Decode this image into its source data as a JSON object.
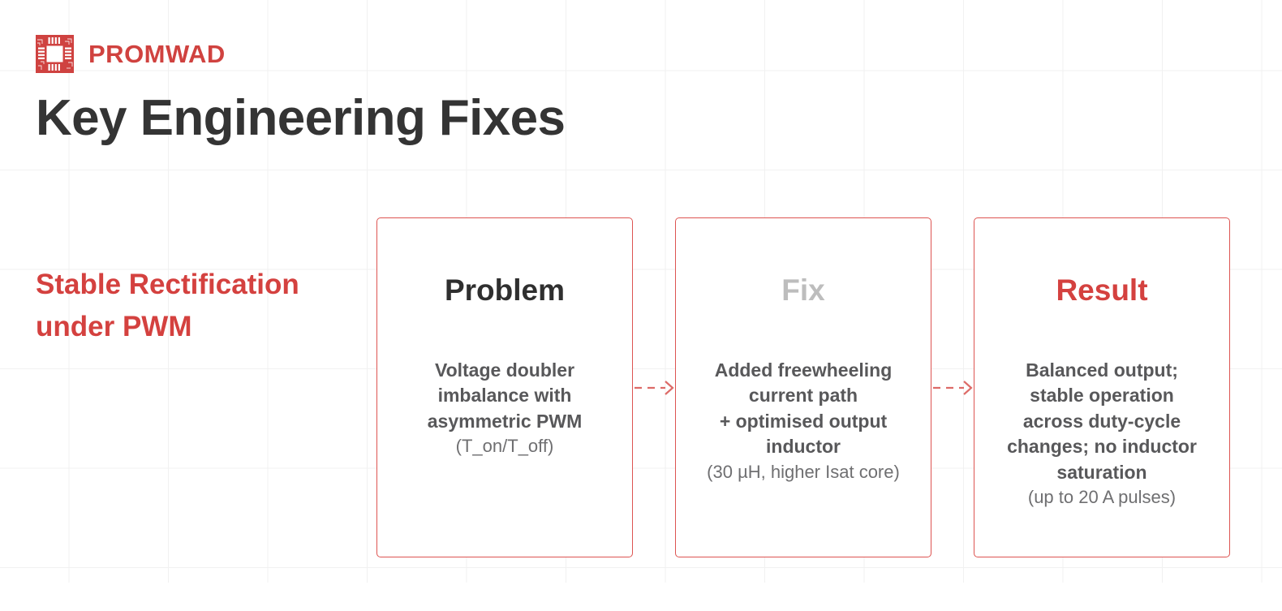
{
  "brand": {
    "name": "PROMWAD",
    "logo_icon": "promwad-chip-logo",
    "color": "#d0423f"
  },
  "slide": {
    "title": "Key Engineering Fixes",
    "title_color": "#343434",
    "background": "#ffffff"
  },
  "row": {
    "label": "Stable Rectification under PWM",
    "label_color": "#d4413f"
  },
  "cards": [
    {
      "title": "Problem",
      "title_color": "#2f2f2f",
      "body_main": "Voltage doubler\nimbalance with\nasymmetric PWM",
      "body_note": "(T_on/T_off)"
    },
    {
      "title": "Fix",
      "title_color": "#bdbdbd",
      "body_main": "Added freewheeling\ncurrent path\n+ optimised output\ninductor",
      "body_note": "(30 µH, higher Isat core)"
    },
    {
      "title": "Result",
      "title_color": "#d4413f",
      "body_main": "Balanced output;\nstable operation\nacross duty-cycle\nchanges; no inductor\nsaturation",
      "body_note": "(up to 20 A pulses)"
    }
  ],
  "connectors": [
    {
      "icon": "dashed-arrow-right-icon",
      "color": "#dd6b68"
    },
    {
      "icon": "dashed-arrow-right-icon",
      "color": "#dd6b68"
    }
  ],
  "theme": {
    "card_border": "#dd5451",
    "grid_line": "#f1f1f1",
    "body_text": "#58585a",
    "note_text": "#6f6f71"
  }
}
